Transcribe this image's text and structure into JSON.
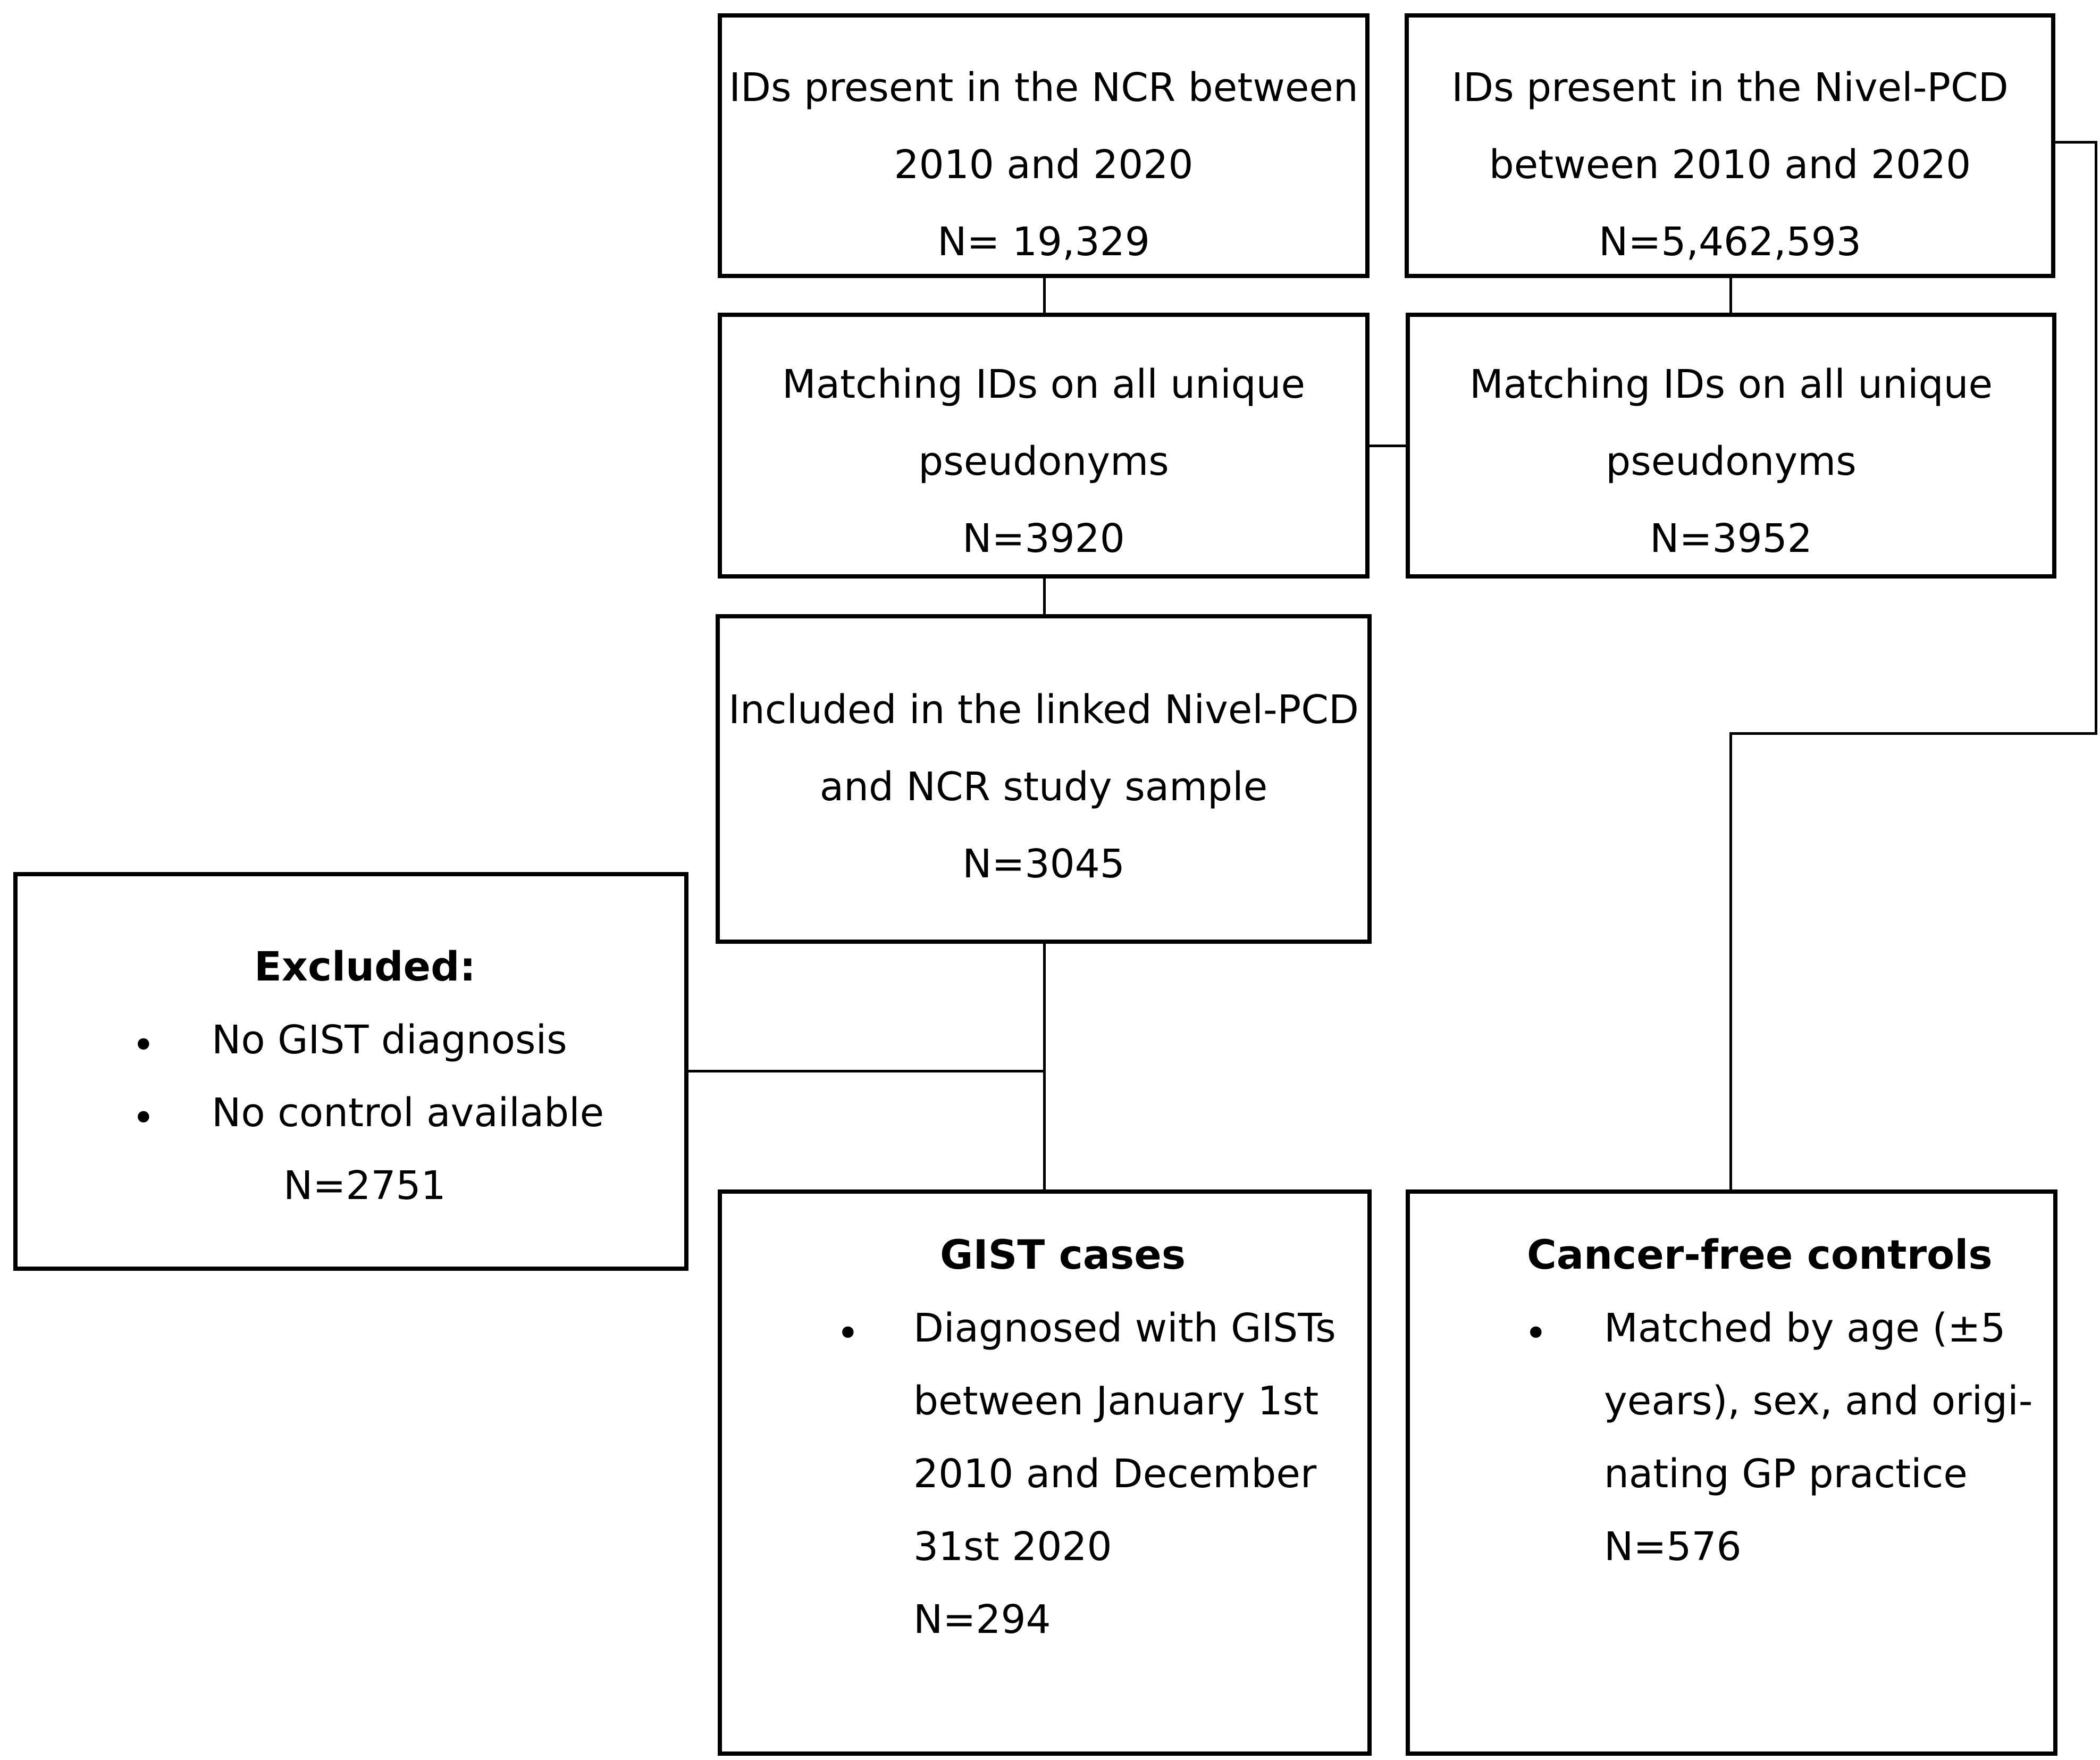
{
  "boxes": {
    "ncr_ids": {
      "line1": "IDs present in the NCR between",
      "line2": "2010 and 2020",
      "count": "N= 19,329"
    },
    "nivel_ids": {
      "line1": "IDs present in the Nivel-PCD",
      "line2": "between 2010 and 2020",
      "count": "N=5,462,593"
    },
    "ncr_matching": {
      "line1": "Matching IDs on all unique",
      "line2": "pseudonyms",
      "count": "N=3920"
    },
    "nivel_matching": {
      "line1": "Matching IDs on all unique",
      "line2": "pseudonyms",
      "count": "N=3952"
    },
    "included": {
      "line1": "Included in the linked Nivel-PCD",
      "line2": "and NCR study sample",
      "count": "N=3045"
    },
    "excluded": {
      "title": "Excluded:",
      "bullets": [
        "No GIST diagnosis",
        "No control available"
      ],
      "count": "N=2751"
    },
    "gist_cases": {
      "title": "GIST cases",
      "lines": [
        "Diagnosed with GISTs",
        "between January 1st",
        "2010 and December",
        "31st 2020"
      ],
      "count": "N=294"
    },
    "controls": {
      "title": "Cancer-free controls",
      "lines": [
        "Matched by age (±5",
        "years), sex, and origi-",
        "nating GP practice"
      ],
      "count": "N=576"
    }
  }
}
